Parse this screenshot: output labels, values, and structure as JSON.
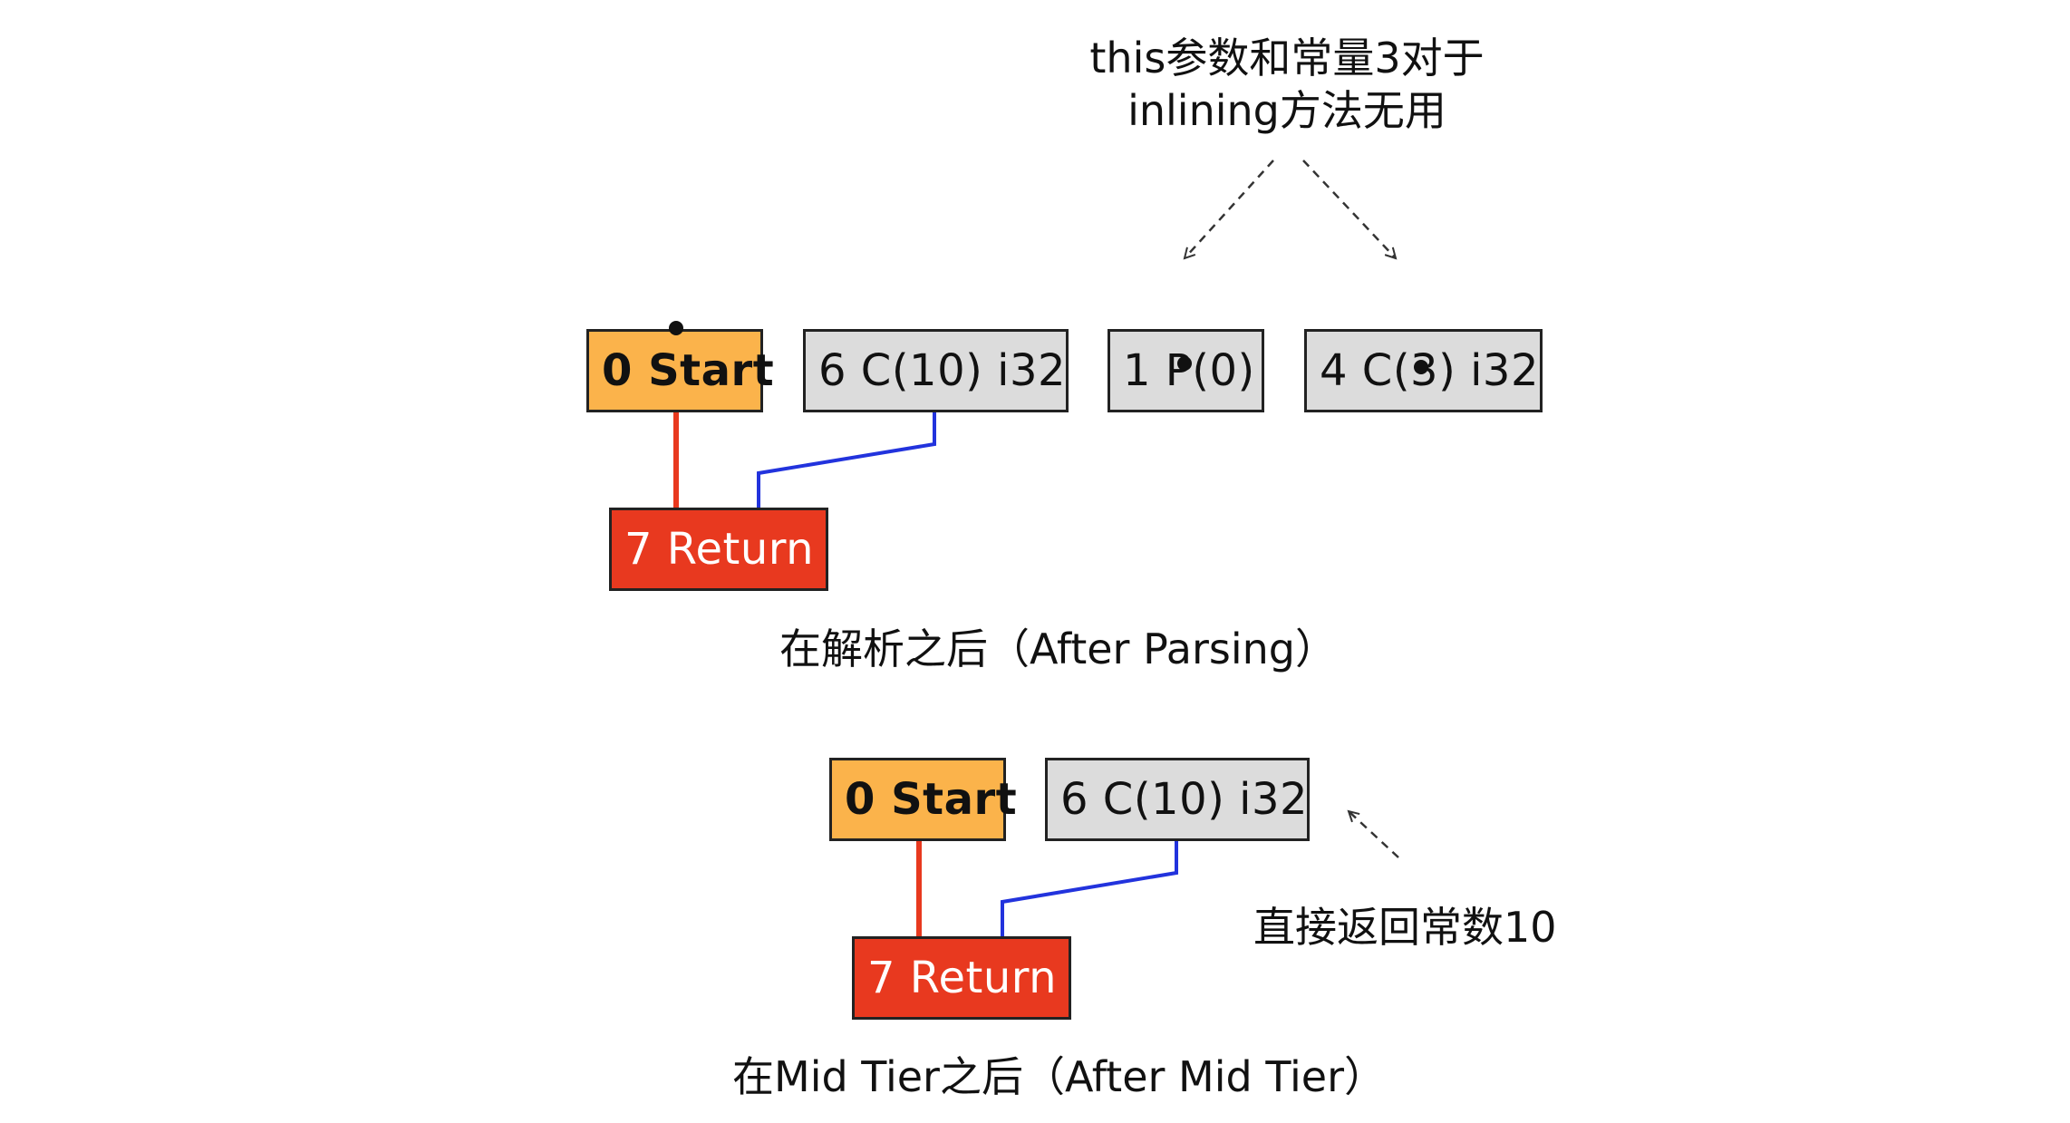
{
  "diagram": {
    "annotation": {
      "line1": "this参数和常量3对于",
      "line2": "inlining方法无用"
    },
    "after_parsing": {
      "nodes": {
        "start": "0 Start",
        "c10": "6 C(10) i32",
        "param": "1 P(0)",
        "c3": "4 C(3) i32",
        "ret": "7 Return"
      },
      "caption": "在解析之后（After Parsing）"
    },
    "after_mid_tier": {
      "nodes": {
        "start": "0 Start",
        "c10": "6 C(10) i32",
        "ret": "7 Return"
      },
      "side_note": "直接返回常数10",
      "caption": "在Mid Tier之后（After Mid Tier）"
    },
    "colors": {
      "start_fill": "#fbb34b",
      "const_fill": "#dcdcdc",
      "return_fill": "#e8391f",
      "control_edge": "#e8391f",
      "value_edge": "#2233dd",
      "annotation_arrow": "#333333"
    }
  }
}
